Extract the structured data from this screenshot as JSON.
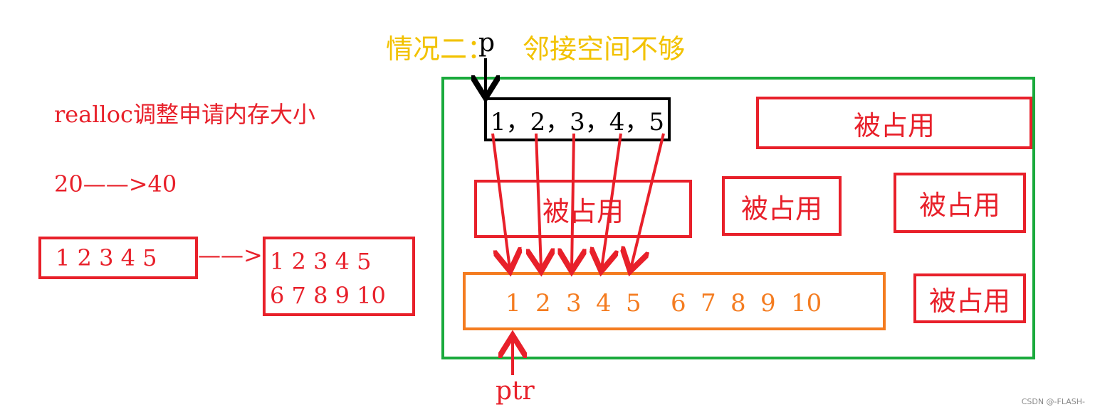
{
  "title": {
    "main": "情况二：",
    "rest": "邻接空间不够"
  },
  "p_label": "p",
  "ptr_label": "ptr",
  "left": {
    "heading": "realloc调整申请内存大小",
    "size_change": "20——>40",
    "arrow": "——>",
    "old_box": "1 2 3 4 5",
    "new_box_line1": "1 2 3 4 5",
    "new_box_line2": "6 7 8 9 10"
  },
  "memory": {
    "original_block": "1，2，3，4，5",
    "occupied_label": "被占用",
    "new_block_first": [
      "1",
      "2",
      "3",
      "4",
      "5"
    ],
    "new_block_rest": [
      "6",
      "7",
      "8",
      "9",
      "10"
    ]
  },
  "colors": {
    "red": "#e8202a",
    "green": "#1aaa3c",
    "orange": "#f47c20",
    "yellow": "#f2c200",
    "black": "#000000"
  },
  "watermark": "CSDN @-FLASH-"
}
